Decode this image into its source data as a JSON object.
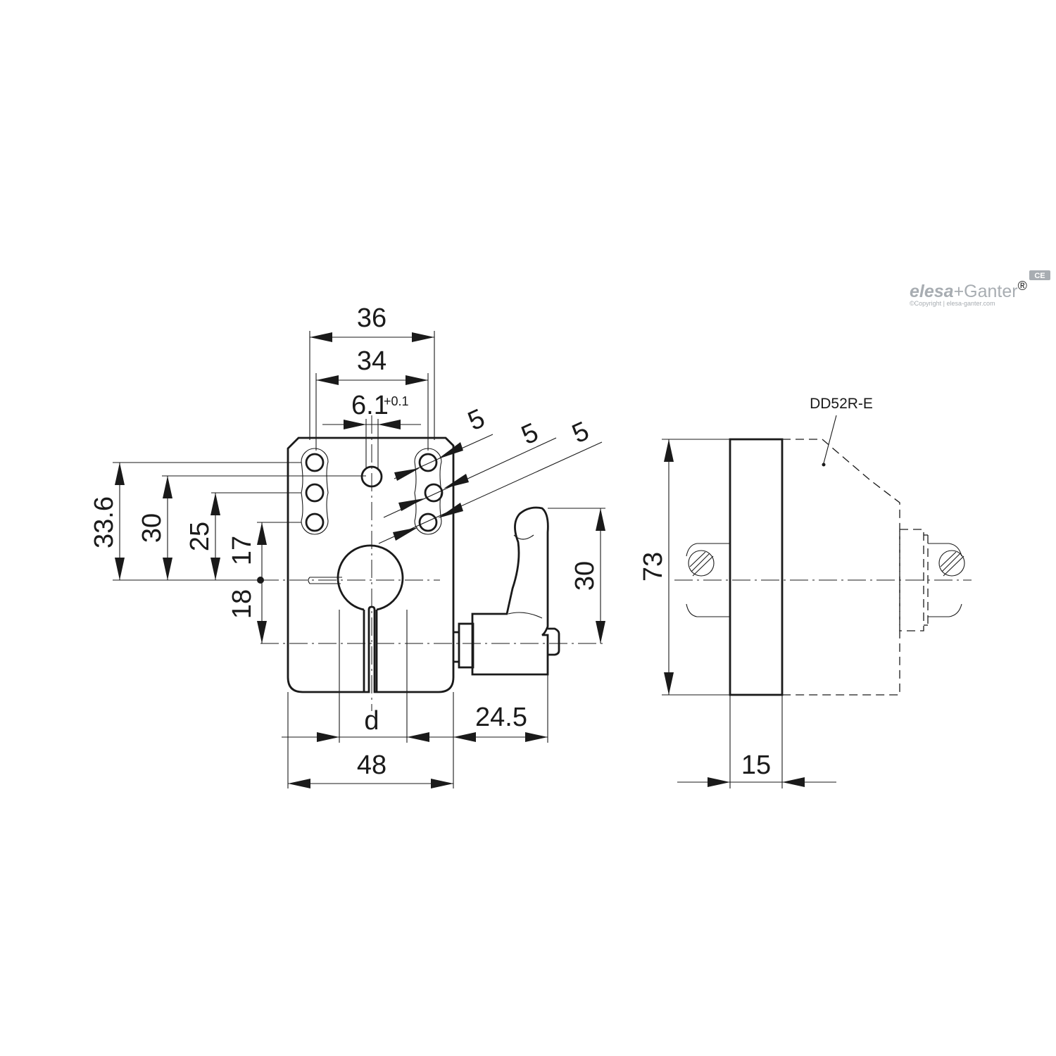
{
  "logo": {
    "brand_left": "elesa",
    "brand_plus": "+",
    "brand_right": "Ganter",
    "registered": "®",
    "copyright": "©Copyright | elesa-ganter.com",
    "ce_mark": "CE",
    "color": "#a8adb2"
  },
  "dimensions": {
    "width_36": "36",
    "width_34": "34",
    "slot_width": "6.1",
    "slot_tolerance": "+0.1",
    "hole_pitch_1": "5",
    "hole_pitch_2": "5",
    "hole_pitch_3": "5",
    "height_33_6": "33.6",
    "height_30_left": "30",
    "height_25": "25",
    "height_17": "17",
    "height_18": "18",
    "height_30_right": "30",
    "bore_diameter": "d",
    "lever_offset": "24.5",
    "overall_width": "48",
    "side_height": "73",
    "side_thickness": "15"
  },
  "labels": {
    "part_reference": "DD52R-E"
  }
}
